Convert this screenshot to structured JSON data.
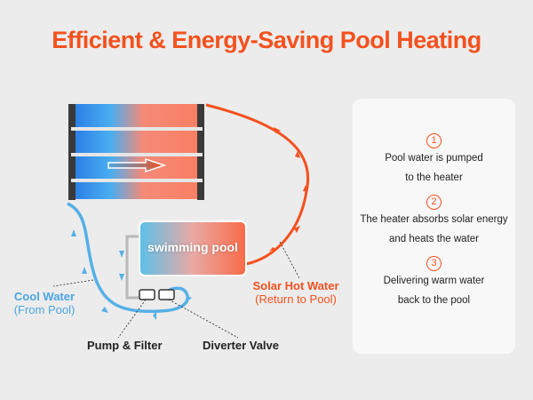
{
  "title": "Efficient & Energy-Saving Pool Heating",
  "diagram": {
    "pool_label": "swimming pool",
    "cool_water": {
      "title": "Cool Water",
      "sub": "(From Pool)"
    },
    "hot_water": {
      "title": "Solar Hot Water",
      "sub": "(Return to Pool)"
    },
    "pump_label": "Pump & Filter",
    "valve_label": "Diverter Valve"
  },
  "steps": [
    {
      "num": "1",
      "line1": "Pool water is pumped",
      "line2": "to the heater"
    },
    {
      "num": "2",
      "line1": "The heater absorbs solar energy",
      "line2": "and heats the water"
    },
    {
      "num": "3",
      "line1": "Delivering warm water",
      "line2": "back to the pool"
    }
  ],
  "colors": {
    "accent": "#f4511e",
    "cool": "#4aa6e0",
    "background": "#ececec"
  }
}
